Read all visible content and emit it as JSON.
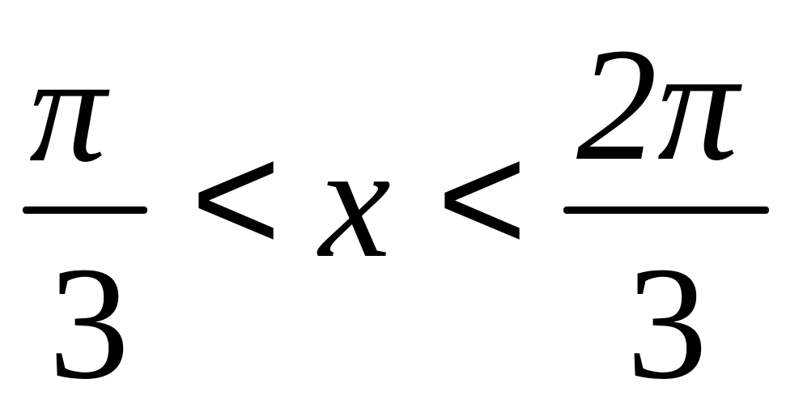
{
  "formula": {
    "left_fraction": {
      "numerator": "π",
      "denominator": "3"
    },
    "operator_1": "<",
    "variable": "x",
    "operator_2": "<",
    "right_fraction": {
      "numerator": "2π",
      "denominator": "3"
    }
  }
}
